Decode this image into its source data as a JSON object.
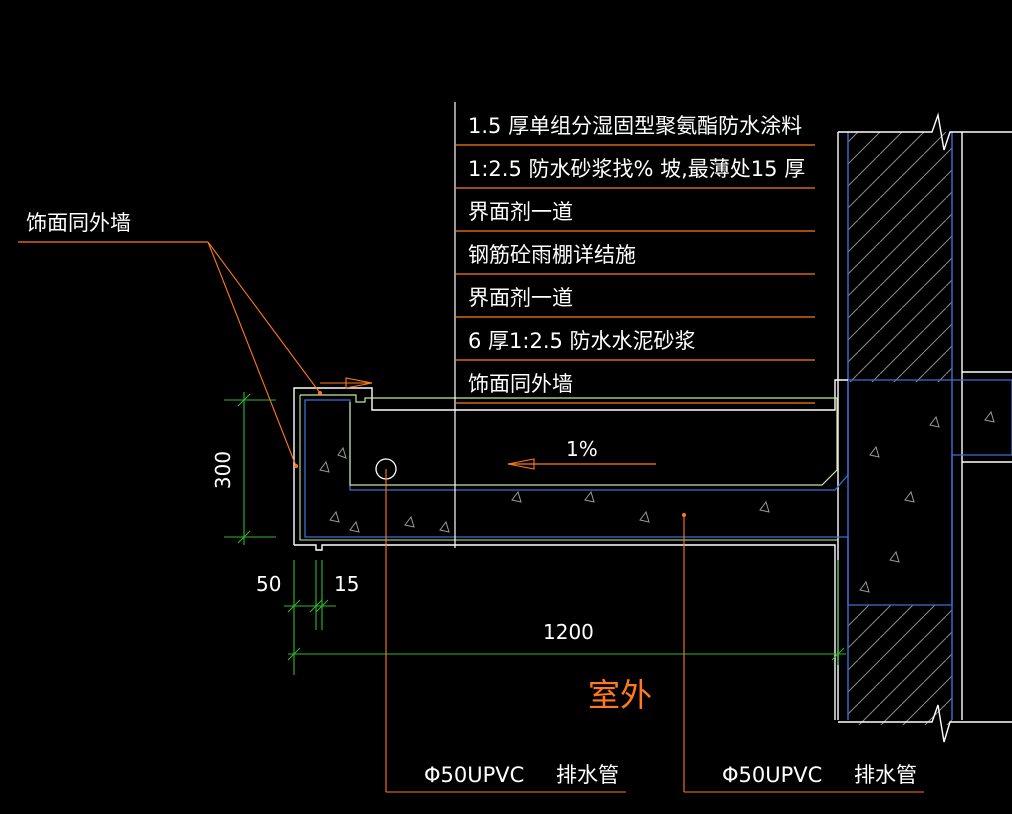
{
  "layers": [
    "1.5  厚单组分湿固型聚氨酯防水涂料",
    "1:2.5   防水砂浆找% 坡,最薄处15  厚",
    "界面剂一道",
    "钢筋砼雨棚详结施",
    "界面剂一道",
    "6  厚1:2.5   防水水泥砂浆",
    "饰面同外墙"
  ],
  "finish_note": "饰面同外墙",
  "slope": "1%",
  "dimensions": {
    "height": "300",
    "edge": "50",
    "thin": "15",
    "span": "1200"
  },
  "outside": "室外",
  "drains": [
    {
      "spec": "Φ50UPVC",
      "name": "排水管"
    },
    {
      "spec": "Φ50UPVC",
      "name": "排水管"
    }
  ],
  "colors": {
    "background": "#000000",
    "text": "#ffffff",
    "leader": "#ff7a1a",
    "dimension": "#2fb82f",
    "outline": "#ffffff",
    "membrane": "#c8e6a0",
    "section": "#3c6fd1",
    "hatch": "#8a8a8a"
  }
}
